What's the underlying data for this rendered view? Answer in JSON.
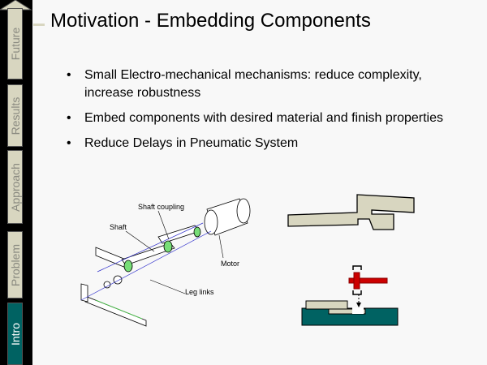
{
  "nav": {
    "tabs": [
      {
        "label": "Future"
      },
      {
        "label": "Results"
      },
      {
        "label": "Approach"
      },
      {
        "label": "Problem"
      },
      {
        "label": "Intro",
        "active": true
      }
    ]
  },
  "title": "Motivation - Embedding Components",
  "bullets": [
    "Small Electro-mechanical mechanisms: reduce complexity, increase robustness",
    "Embed components with desired material and finish properties",
    "Reduce Delays in Pneumatic System"
  ],
  "diagram": {
    "labels": {
      "shaft": "Shaft",
      "coupling": "Shaft coupling",
      "motor": "Motor",
      "leg": "Leg links"
    }
  },
  "colors": {
    "accent": "#006262",
    "tab": "#d8d6c0",
    "red": "#cc0000"
  }
}
